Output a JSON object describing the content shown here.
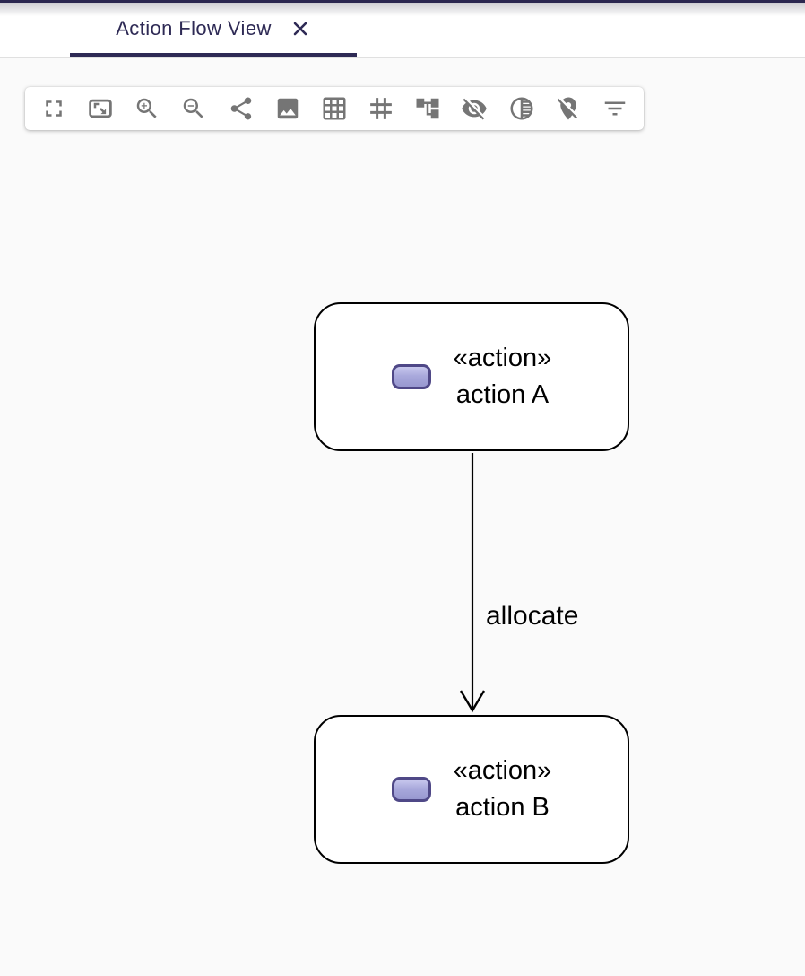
{
  "tab_bar": {
    "tabs": [
      {
        "label": "Action Flow View",
        "active": true,
        "close_icon": "close-icon"
      }
    ]
  },
  "toolbar": {
    "icons": [
      "fullscreen-icon",
      "fit-to-screen-icon",
      "zoom-in-icon",
      "zoom-out-icon",
      "share-icon",
      "export-image-icon",
      "grid-icon",
      "snap-to-grid-icon",
      "arrange-all-icon",
      "hide-elements-icon",
      "fade-elements-icon",
      "unpin-elements-icon",
      "filter-elements-icon"
    ]
  },
  "diagram": {
    "nodes": [
      {
        "stereotype": "«action»",
        "label": "action A"
      },
      {
        "stereotype": "«action»",
        "label": "action B"
      }
    ],
    "edges": [
      {
        "label": "allocate",
        "source": "action A",
        "target": "action B",
        "direction": "down"
      }
    ]
  },
  "colors": {
    "tab_accent": "#2e2a55",
    "top_strip": "#2b2750",
    "canvas_bg": "#fafafa",
    "toolbar_icon": "#757575",
    "node_border": "#000000",
    "node_fill": "#ffffff",
    "pill_border": "#4f4887",
    "pill_fill": "#a9a9dc"
  }
}
